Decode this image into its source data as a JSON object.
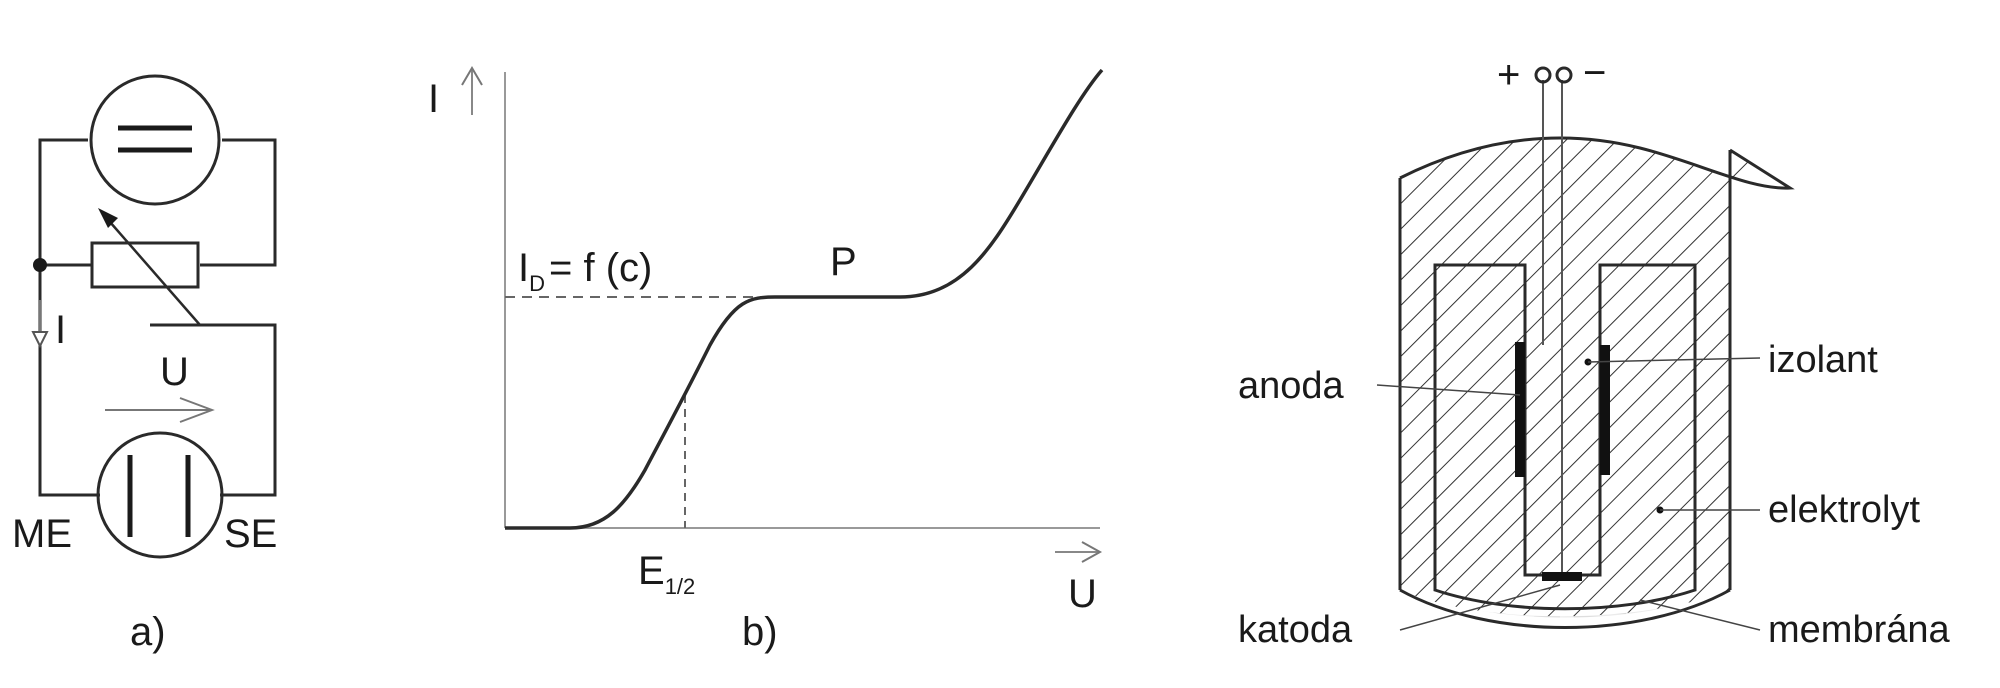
{
  "circuit": {
    "current_label": "I",
    "voltage_label": "U",
    "left_electrode": "ME",
    "right_electrode": "SE",
    "panel_label": "a)"
  },
  "polarogram": {
    "axis_y": "I",
    "axis_x": "U",
    "limit_label_main": "I",
    "limit_label_sub": "D",
    "limit_label_rest": "= f (c)",
    "plateau_label": "P",
    "halfwave_main": "E",
    "halfwave_sub": "1/2",
    "panel_label": "b)"
  },
  "electrode": {
    "plus_sign": "+",
    "minus_sign": "−",
    "labels": {
      "anoda": "anoda",
      "izolant": "izolant",
      "elektrolyt": "elektrolyt",
      "katoda": "katoda",
      "membrana": "membrána"
    }
  }
}
